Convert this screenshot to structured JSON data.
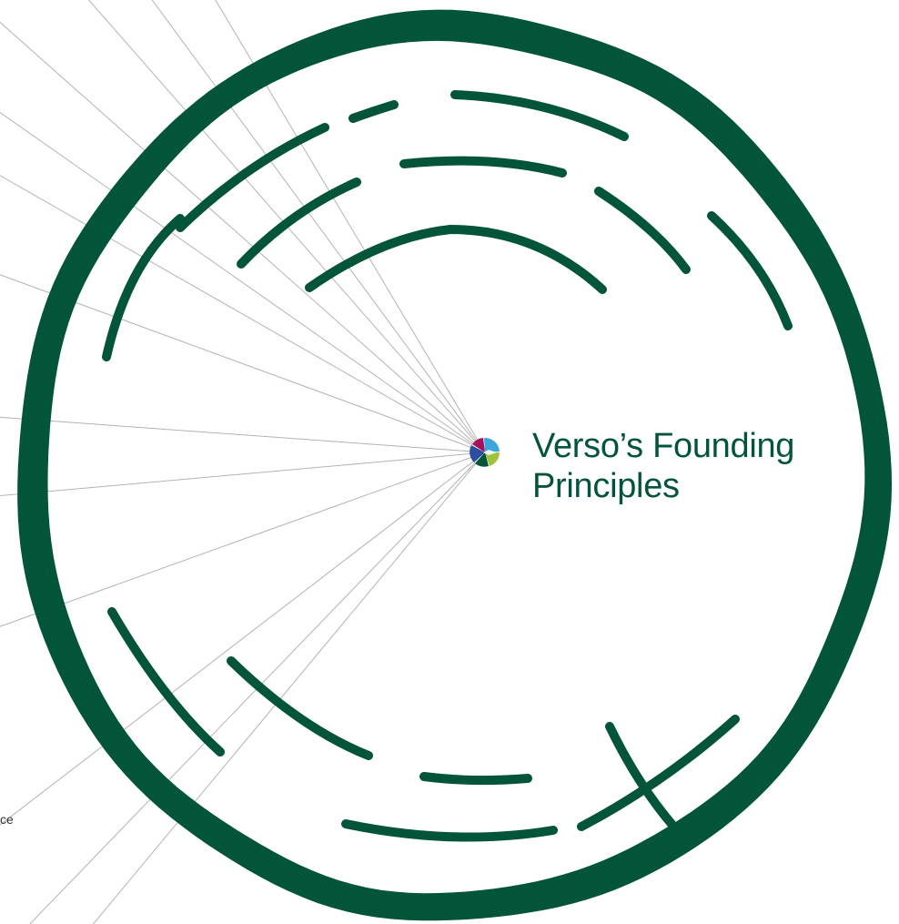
{
  "title": {
    "line1": "Verso’s Founding",
    "line2": "Principles"
  },
  "edge_label": "ce",
  "colors": {
    "ring": "#03553a",
    "lines": "#b3b3b3",
    "title": "#03553a",
    "hub": [
      "#a5125c",
      "#3aa7dc",
      "#9ec33b",
      "#03553a",
      "#2b4f9e"
    ]
  },
  "icons": {
    "hub": "multicolor-star-logo-icon"
  }
}
